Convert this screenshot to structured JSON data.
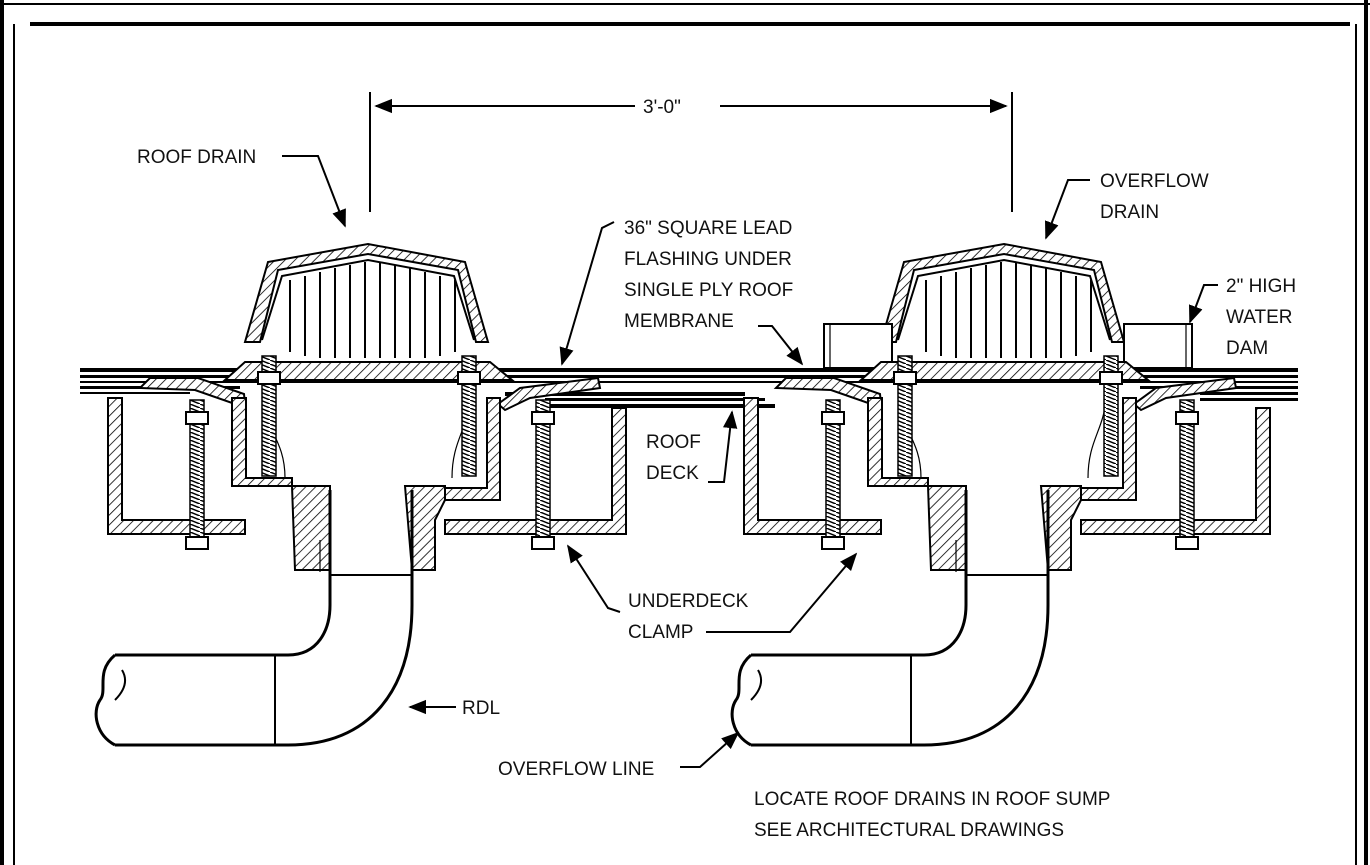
{
  "detail": {
    "dimension": "3'-0\"",
    "labels": {
      "roof_drain": "ROOF DRAIN",
      "overflow_drain_1": "OVERFLOW",
      "overflow_drain_2": "DRAIN",
      "flashing_1": "36\" SQUARE LEAD",
      "flashing_2": "FLASHING UNDER",
      "flashing_3": "SINGLE PLY ROOF",
      "flashing_4": "MEMBRANE",
      "water_dam_1": "2\" HIGH",
      "water_dam_2": "WATER",
      "water_dam_3": "DAM",
      "roof_deck_1": "ROOF",
      "roof_deck_2": "DECK",
      "clamp_1": "UNDERDECK",
      "clamp_2": "CLAMP",
      "rdl": "RDL",
      "overflow_line": "OVERFLOW LINE"
    },
    "notes": [
      "LOCATE ROOF DRAINS IN ROOF SUMP",
      "SEE ARCHITECTURAL DRAWINGS"
    ]
  }
}
